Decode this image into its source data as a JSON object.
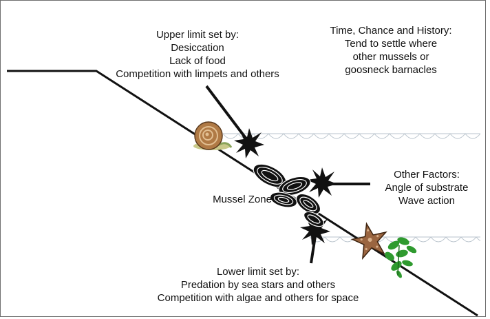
{
  "upper_limit": {
    "heading": "Upper limit set by:",
    "items": [
      "Desiccation",
      "Lack of food",
      "Competition with limpets and others"
    ]
  },
  "history": {
    "lines": [
      "Time, Chance and History:",
      "Tend to settle where",
      "other mussels or",
      "goosneck barnacles"
    ]
  },
  "other_factors": {
    "heading": "Other Factors:",
    "items": [
      "Angle of substrate",
      "Wave action"
    ]
  },
  "mussel_zone": {
    "label": "Mussel Zone"
  },
  "lower_limit": {
    "heading": "Lower limit set by:",
    "items": [
      "Predation by sea stars and others",
      "Competition with algae and others for space"
    ]
  },
  "icons": [
    "snail-icon",
    "mussel-cluster-icon",
    "sea-star-icon",
    "algae-icon",
    "burst-icon"
  ],
  "colors": {
    "line": "#111111",
    "water": "#b9c3cc",
    "snail_shell": "#b07a45",
    "sea_star": "#9a6540",
    "algae": "#2f9a2f"
  }
}
